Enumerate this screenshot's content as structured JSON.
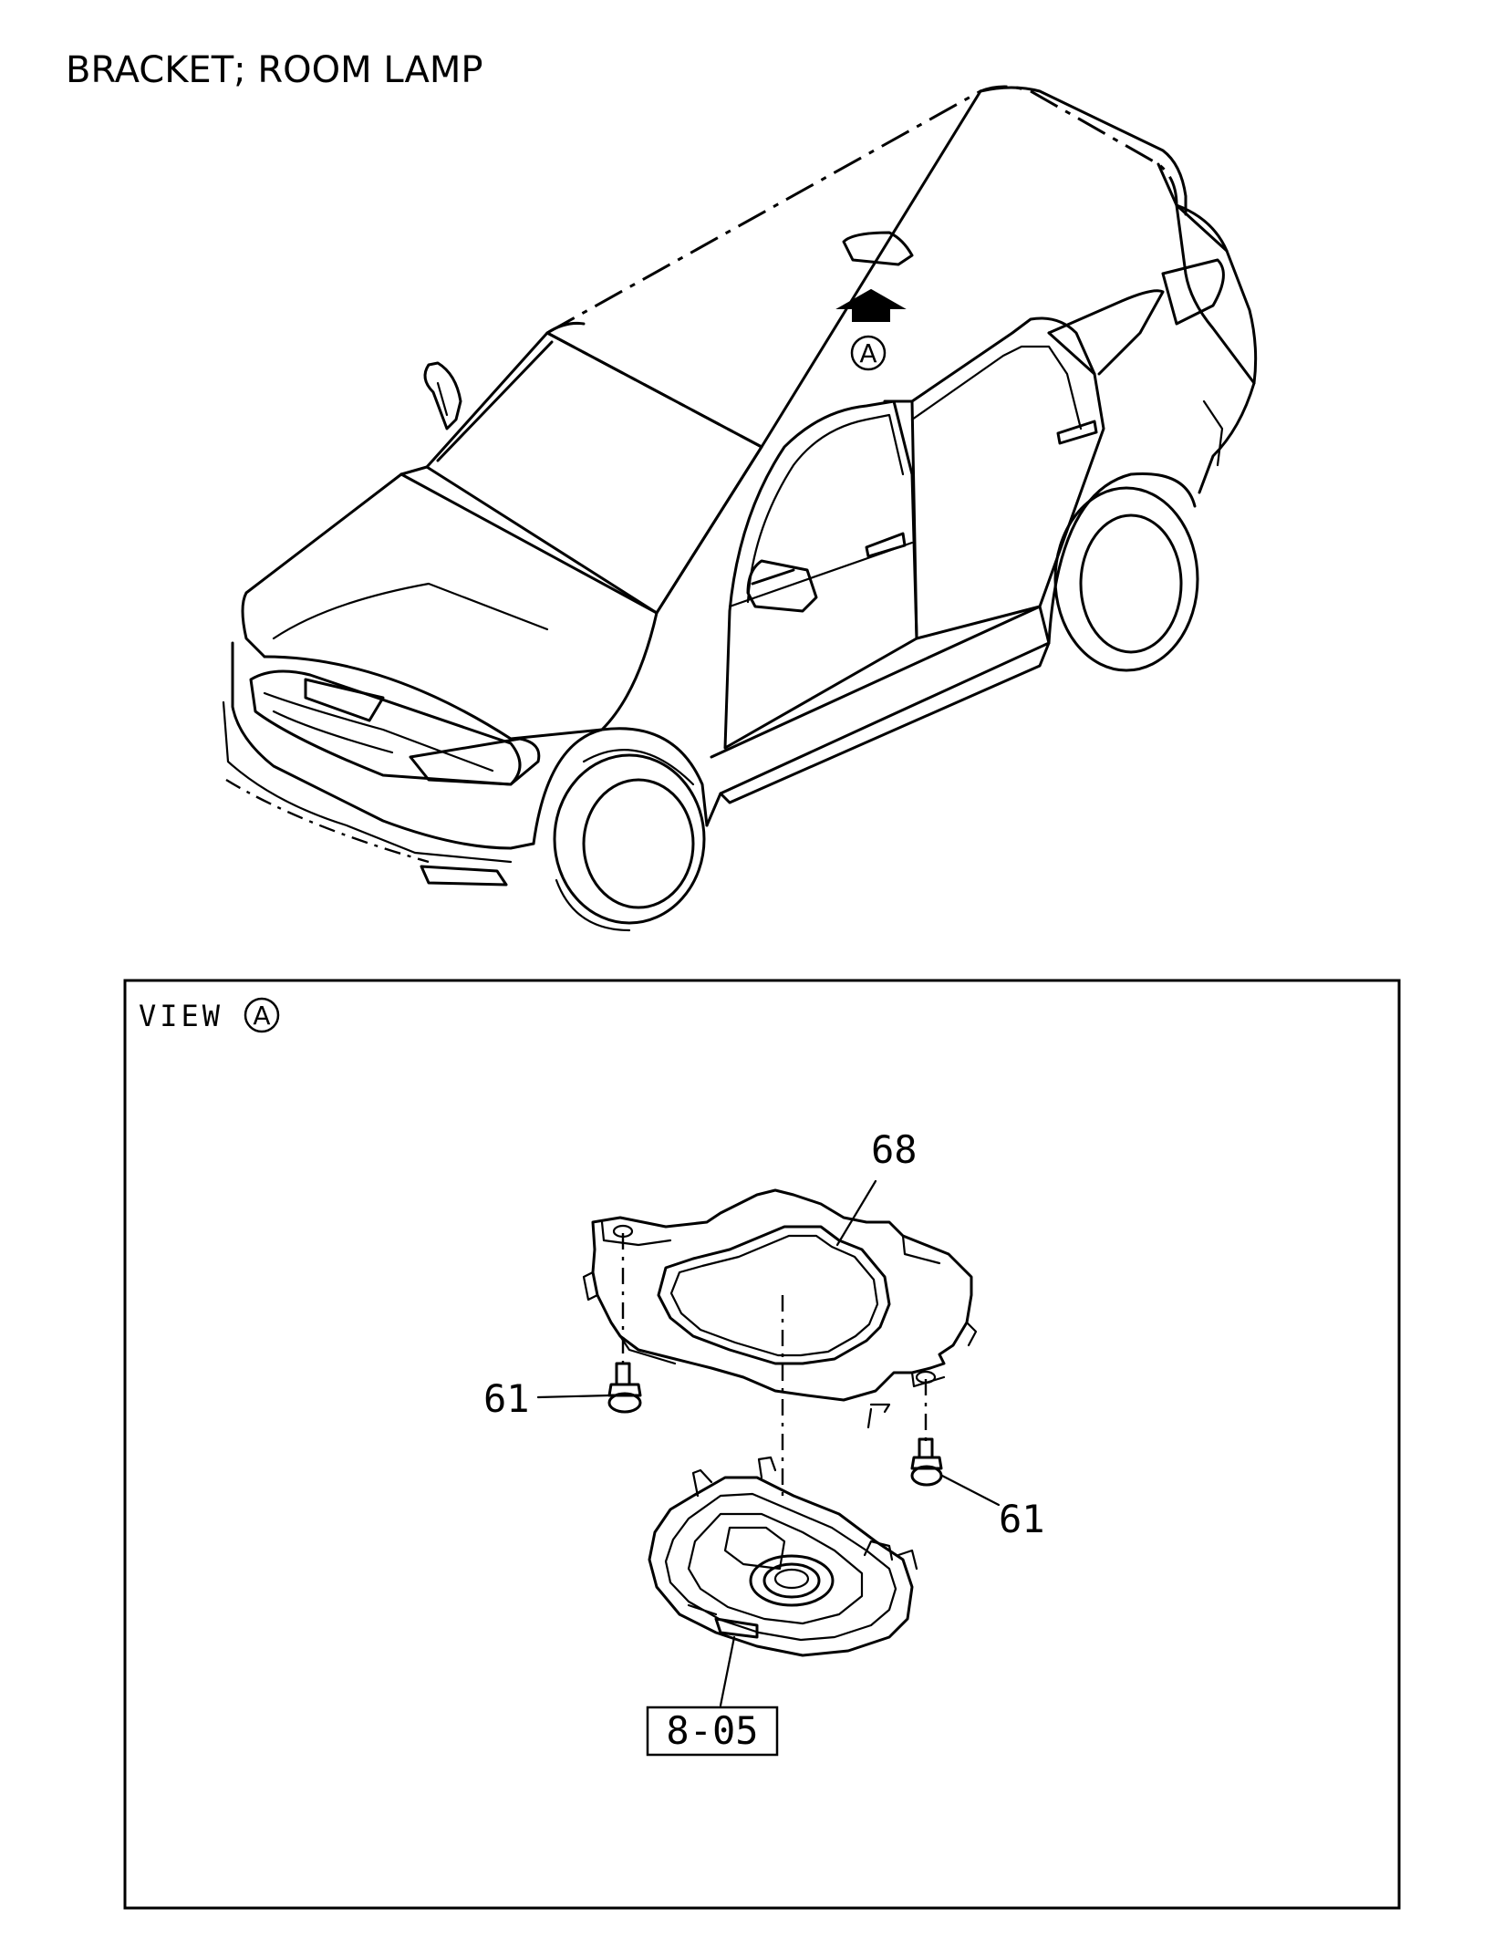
{
  "title": "BRACKET; ROOM LAMP",
  "view_marker": "A",
  "view": {
    "label": "VIEW",
    "marker": "A"
  },
  "callouts": {
    "bracket": "68",
    "screw_left": "61",
    "screw_right": "61",
    "lamp_ref": "8-05"
  },
  "icons": {
    "direction": "arrow-up-icon"
  }
}
